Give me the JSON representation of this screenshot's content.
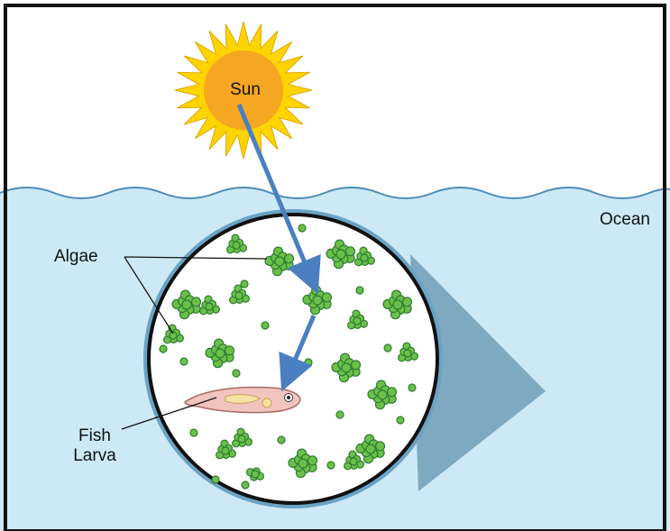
{
  "labels": {
    "sun": "Sun",
    "ocean": "Ocean",
    "algae": "Algae",
    "fish_line1": "Fish",
    "fish_line2": "Larva"
  },
  "colors": {
    "sky": "#ffffff",
    "ocean": "#cde9f6",
    "wave_line": "#4b8cb8",
    "lens_rim": "#6aa3c4",
    "magnify_cone": "#7ea9c0",
    "sun_core": "#f5a623",
    "sun_rays": "#ffd400",
    "arrow": "#4a7fc1",
    "algae_fill": "#6cc04a",
    "algae_stroke": "#2e7d32",
    "fish_fill": "#f2c4bf",
    "fish_stroke": "#a66a63"
  },
  "icons": [
    "sun-icon",
    "algae-cluster-icon",
    "fish-larva-icon",
    "energy-arrow-icon",
    "magnifier-lens-icon"
  ]
}
